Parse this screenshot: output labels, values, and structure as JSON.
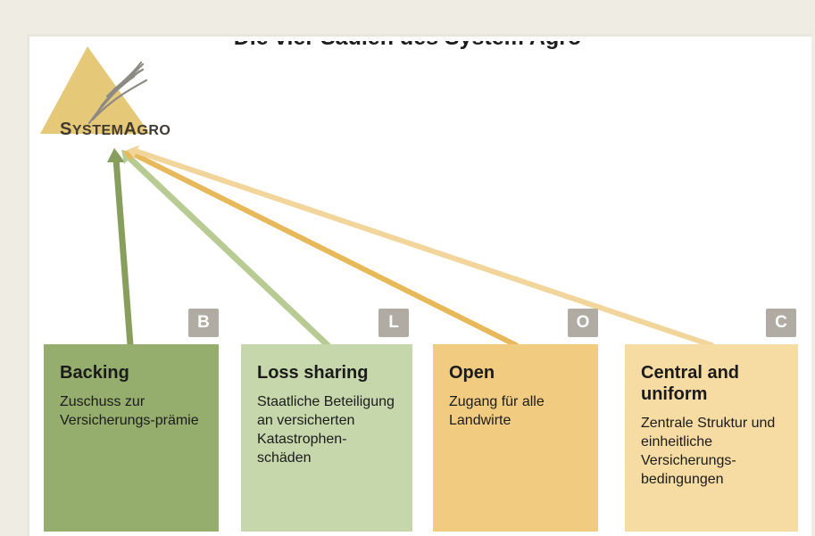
{
  "title": "Die vier Säulen des System Agro",
  "logo": {
    "text_first_cap": "S",
    "text_first_rest": "YSTEM",
    "text_second_cap": "A",
    "text_second_rest": "GRO"
  },
  "pillars": [
    {
      "badge": "B",
      "heading": "Backing",
      "body": "Zuschuss zur Versicherungs-prämie",
      "color": "#96ae6d"
    },
    {
      "badge": "L",
      "heading": "Loss sharing",
      "body": "Staatliche Beteiligung an versicherten Katastrophen-schäden",
      "color": "#c6d7ab"
    },
    {
      "badge": "O",
      "heading": "Open",
      "body": "Zugang für alle Landwirte",
      "color": "#f1cc80"
    },
    {
      "badge": "C",
      "heading": "Central and uniform",
      "body": "Zentrale Struktur und einheitliche Versicherungs-bedingungen",
      "color": "#f6dca2"
    }
  ],
  "colors": {
    "background": "#efece4",
    "panel": "#ffffff",
    "logo_triangle": "#e5c878",
    "badge": "#b0aca4"
  }
}
